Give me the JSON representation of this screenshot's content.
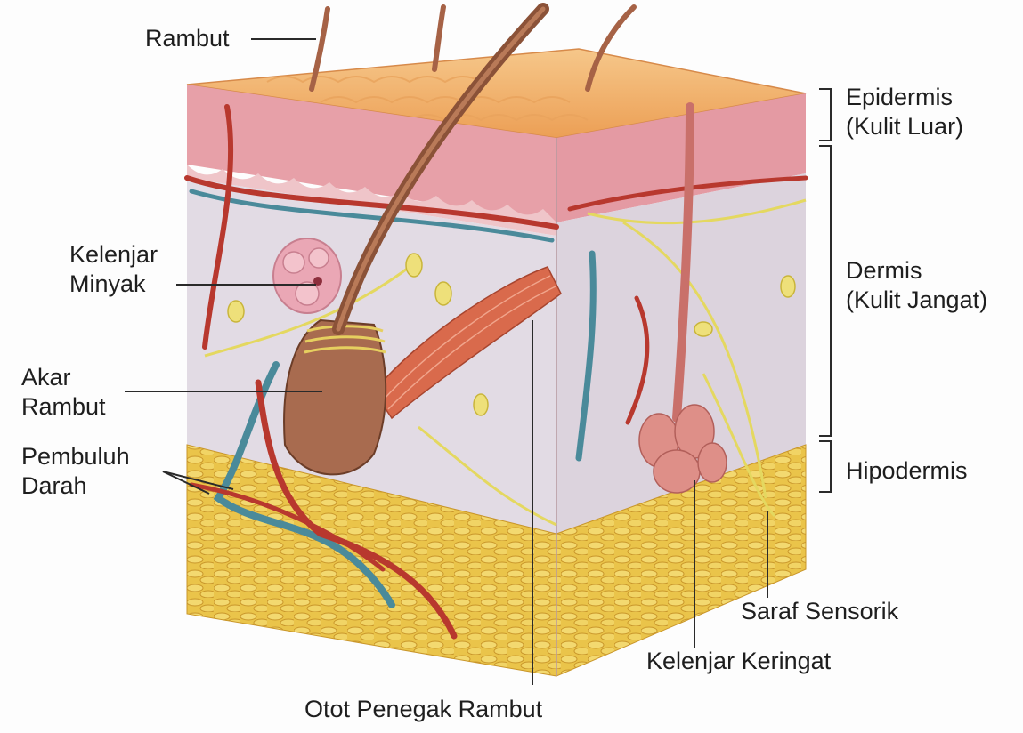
{
  "labels": {
    "rambut": "Rambut",
    "kelenjar_minyak": [
      "Kelenjar",
      "Minyak"
    ],
    "akar_rambut": [
      "Akar",
      "Rambut"
    ],
    "pembuluh_darah": [
      "Pembuluh",
      "Darah"
    ],
    "otot_penegak_rambut": "Otot Penegak Rambut",
    "kelenjar_keringat": "Kelenjar Keringat",
    "saraf_sensorik": "Saraf Sensorik",
    "epidermis": [
      "Epidermis",
      "(Kulit Luar)"
    ],
    "dermis": [
      "Dermis",
      "(Kulit Jangat)"
    ],
    "hipodermis": "Hipodermis"
  },
  "colors": {
    "epidermis": "#e7a0a8",
    "dermis": "#e2dbe4",
    "hypodermis": "#e9c33f",
    "surface": "#f2b56e",
    "hair": "#8b5238",
    "muscle": "#d96a4c",
    "artery": "#b8382e",
    "vein": "#4a8a9a",
    "nerve": "#e4d860",
    "gland": "#de8f88",
    "leader_line": "#2a2a2a"
  }
}
